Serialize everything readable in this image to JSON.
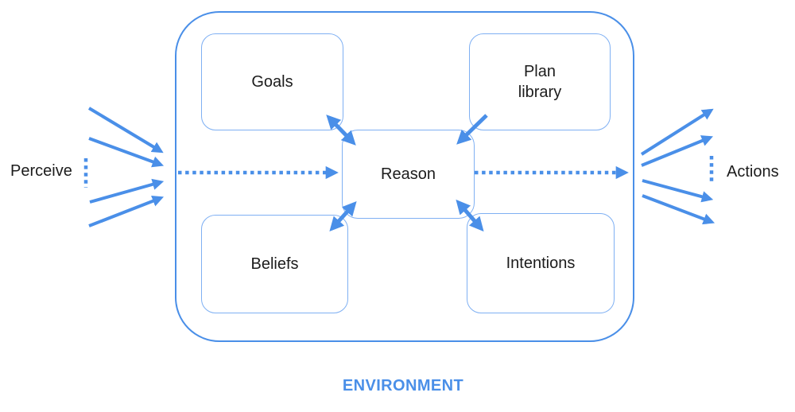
{
  "diagram": {
    "environment_label": "ENVIRONMENT",
    "nodes": {
      "goals": {
        "label": "Goals"
      },
      "plan_library": {
        "label": "Plan\nlibrary"
      },
      "reason": {
        "label": "Reason"
      },
      "beliefs": {
        "label": "Beliefs"
      },
      "intentions": {
        "label": "Intentions"
      }
    },
    "external_labels": {
      "perceive": "Perceive",
      "actions": "Actions"
    },
    "edges": [
      {
        "from": "perceive-input",
        "to": "environment-boundary",
        "style": "solid",
        "direction": "one-way",
        "count": 4
      },
      {
        "from": "environment-boundary",
        "to": "reason",
        "style": "dotted",
        "direction": "one-way"
      },
      {
        "from": "reason",
        "to": "environment-boundary",
        "style": "dotted",
        "direction": "one-way"
      },
      {
        "from": "environment-boundary",
        "to": "actions-output",
        "style": "solid",
        "direction": "one-way",
        "count": 4
      },
      {
        "from": "goals",
        "to": "reason",
        "style": "solid",
        "direction": "bidirectional"
      },
      {
        "from": "plan_library",
        "to": "reason",
        "style": "solid",
        "direction": "one-way"
      },
      {
        "from": "beliefs",
        "to": "reason",
        "style": "solid",
        "direction": "bidirectional"
      },
      {
        "from": "intentions",
        "to": "reason",
        "style": "solid",
        "direction": "bidirectional"
      }
    ],
    "colors": {
      "arrow_blue": "#4a8fe8",
      "container_border_blue": "#4a8fe8",
      "node_border_blue": "#7fb0f3",
      "environment_text_blue": "#4a8fe8",
      "text_black": "#1c1c1c",
      "background": "#ffffff"
    }
  }
}
